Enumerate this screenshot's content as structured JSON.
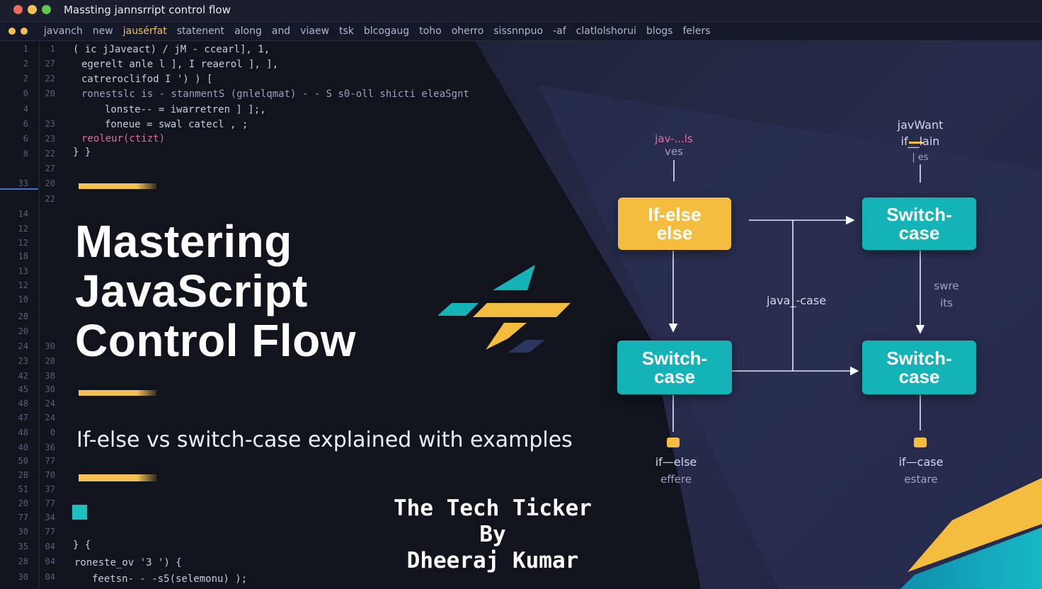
{
  "window": {
    "title": "Massting jannsrript control flow"
  },
  "menu": {
    "items": [
      "javanch",
      "new",
      "jausérfat",
      "statenent",
      "along",
      "and",
      "viaew",
      "tsk",
      "blcogaug",
      "toho",
      "oherro",
      "sissnnpuo",
      "-af",
      "clatlolshorui",
      "blogs",
      "felers"
    ],
    "active_index": 2
  },
  "gutter": {
    "col1": [
      "1",
      "2",
      "2",
      "0",
      "4",
      "6",
      "6",
      "8",
      "",
      "33",
      "",
      "14",
      "12",
      "12",
      "18",
      "13",
      "12",
      "10",
      "28",
      "20",
      "24",
      "23",
      "42",
      "45",
      "48",
      "47",
      "48",
      "40",
      "50",
      "28",
      "51",
      "20",
      "77",
      "30",
      "35",
      "28",
      "30"
    ],
    "col2": [
      "1",
      "27",
      "22",
      "20",
      "",
      "23",
      "23",
      "22",
      "27",
      "20",
      "22",
      "",
      "",
      "",
      "",
      "",
      "",
      "",
      "",
      "",
      "30",
      "20",
      "38",
      "30",
      "24",
      "24",
      "0",
      "36",
      "77",
      "70",
      "37",
      "77",
      "34",
      "77",
      "04",
      "04",
      "04"
    ]
  },
  "code_lines": [
    "( ic  jJaveact) / jM - ccearl], 1,",
    "egerelt  anle  l ], I    reaerol ], ],",
    "catreroclifod I  ')  )   [",
    "ronestslc  is - stanmentS (gnlelqmat) -  - S  s0-oll  shicti  eleaSgnt",
    "lonste--  =  iwarretren ] ];,",
    "foneue  =  swal  catecl ,  ;",
    "reoleur(ctizt)",
    "} }",
    "} {",
    "roneste_ov '3    ')  {",
    "feetsn- - -s5(selemonu)  );"
  ],
  "hero": {
    "title_lines": [
      "Mastering",
      "JavaScript",
      "Control Flow"
    ],
    "subtitle": "If-else vs switch-case explained with examples",
    "credit_lines": [
      "The Tech Ticker",
      "By",
      "Dheeraj Kumar"
    ]
  },
  "flowchart": {
    "boxes": [
      {
        "label_lines": [
          "If-else",
          "else"
        ],
        "color": "#f4bd3f"
      },
      {
        "label_lines": [
          "Switch-",
          "case"
        ],
        "color": "#13b3b8"
      },
      {
        "label_lines": [
          "Switch-",
          "case"
        ],
        "color": "#13b3b8"
      },
      {
        "label_lines": [
          "Switch-",
          "case"
        ],
        "color": "#13b3b8"
      }
    ],
    "top_left_label": [
      "jav-...ls",
      "ves"
    ],
    "top_right_label": [
      "javWant",
      "if__lain",
      "| es"
    ],
    "center_label": "java_-case",
    "right_mid_label": [
      "swre",
      "its"
    ],
    "bottom_left_label": [
      "if—else",
      "effere"
    ],
    "bottom_right_label": [
      "if—case",
      "estare"
    ]
  },
  "colors": {
    "background": "#11131d",
    "accent_yellow": "#f2c14e",
    "accent_teal": "#13b3b8",
    "panel": "#262b4a"
  }
}
